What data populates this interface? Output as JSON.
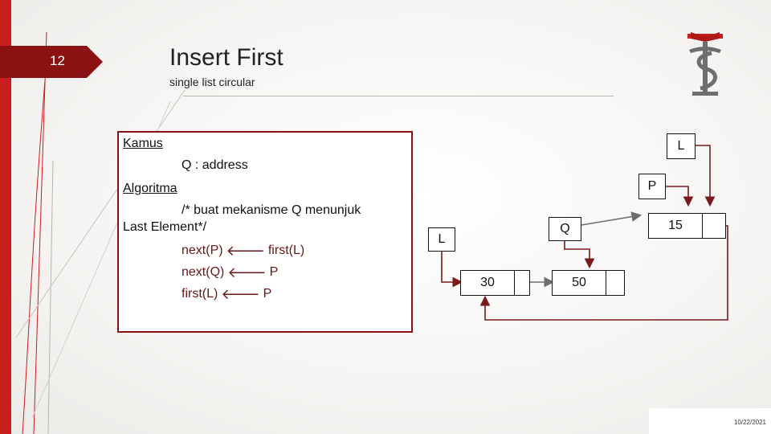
{
  "slide": {
    "number": "12",
    "title": "Insert First",
    "subtitle": "single list circular",
    "date": "10/22/2021"
  },
  "algorithm_box": {
    "kamus_heading": "Kamus",
    "kamus_decl": "Q : address",
    "algoritma_heading": "Algoritma",
    "comment_line1": "/* buat mekanisme Q menunjuk",
    "comment_line2": "Last Element*/",
    "steps": [
      {
        "lhs": "next(P)",
        "arrow": "🡐",
        "rhs": "first(L)"
      },
      {
        "lhs": "next(Q)",
        "arrow": "🡐",
        "rhs": "P"
      },
      {
        "lhs": "first(L)",
        "arrow": "🡐",
        "rhs": "P"
      }
    ]
  },
  "diagram": {
    "pointers": {
      "L_top": "L",
      "P": "P",
      "Q": "Q",
      "L_left": "L"
    },
    "nodes": [
      {
        "info": "15"
      },
      {
        "info": "30"
      },
      {
        "info": "50"
      }
    ],
    "line_color": "#7a1a1a",
    "arrow_color": "#6e6e6e"
  },
  "colors": {
    "accent_red": "#c81e1e",
    "tab_dark_red": "#8a1212",
    "code_color": "#6a1616"
  }
}
